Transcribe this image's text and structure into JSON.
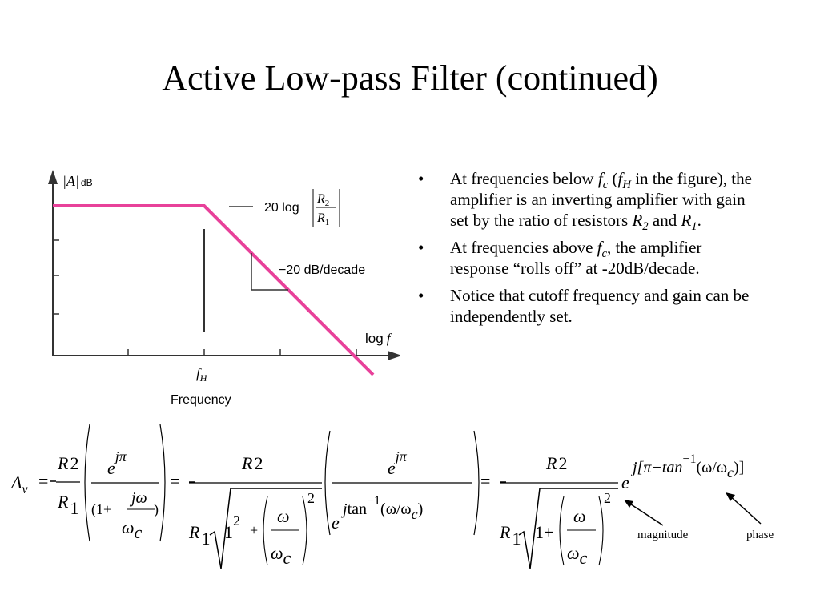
{
  "slide": {
    "title": "Active Low-pass Filter (continued)"
  },
  "figure": {
    "y_axis_label_A": "|A|",
    "y_axis_label_sub": "dB",
    "passband_gain_label": "20 log",
    "ratio_num": "R",
    "ratio_num_sub": "2",
    "ratio_den": "R",
    "ratio_den_sub": "1",
    "slope_label": "−20 dB/decade",
    "x_axis_label_log": "log",
    "x_axis_label_f": "f",
    "cutoff_label": "f",
    "cutoff_label_sub": "H",
    "x_caption": "Frequency",
    "line_color": "#e8419a"
  },
  "bullets": [
    {
      "t1": "At frequencies below ",
      "fc": "f",
      "fc_sub": "c",
      "t2": " (",
      "fh": "f",
      "fh_sub": "H",
      "t3": " in the figure), the amplifier is an inverting amplifier with gain set by the ratio of resistors ",
      "r2": "R",
      "r2_sub": "2",
      "t4": " and ",
      "r1": "R",
      "r1_sub": "1",
      "t5": "."
    },
    {
      "t1": "At frequencies above ",
      "fc": "f",
      "fc_sub": "c",
      "t2": ", the amplifier response “rolls off” at -20dB/decade."
    },
    {
      "t1": "Notice that cutoff frequency and gain can be independently set."
    }
  ],
  "equation": {
    "A": "A",
    "v": "v",
    "eq": "=",
    "R": "R",
    "two": "2",
    "one": "1",
    "e": "e",
    "jpi": "jπ",
    "one_plus": "(1+",
    "jw": "jω",
    "close_paren": ")",
    "w": "ω",
    "c": "c",
    "plus": "+",
    "j": "j",
    "tan": "tan",
    "minus_one": "−1",
    "w_over_wc_open": "(ω/ω",
    "w_over_wc_close": ")",
    "one_plus_plain": "1+",
    "exp_phase_start": "j[π−tan",
    "exp_phase_end": ")]",
    "magnitude_label": "magnitude",
    "phase_label": "phase"
  }
}
